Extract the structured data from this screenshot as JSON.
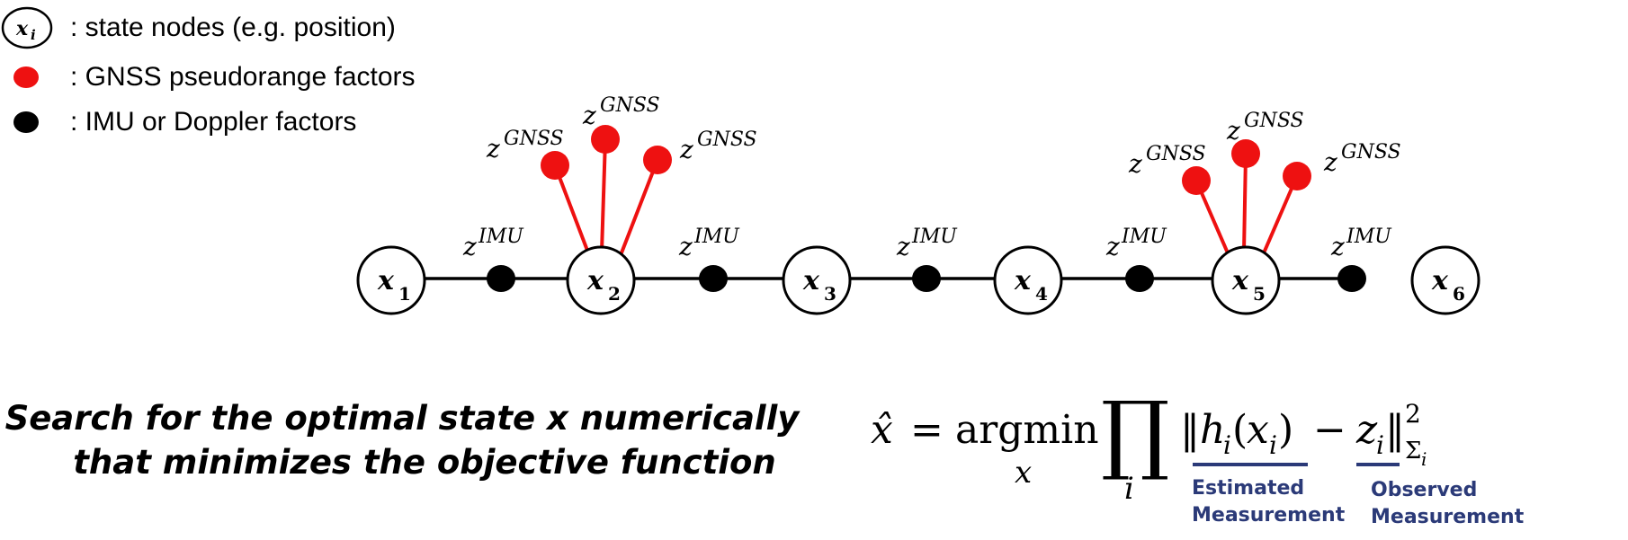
{
  "legend": {
    "state_symbol": "x",
    "state_symbol_sub": "i",
    "state_text": ": state nodes (e.g. position)",
    "gnss_text": ": GNSS pseudorange factors",
    "imu_text": ": IMU or Doppler factors"
  },
  "colors": {
    "gnss_factor": "#ee1111",
    "imu_factor": "#000000",
    "underline": "#2b3a78",
    "measurement_text": "#2b3a78"
  },
  "nodes": [
    {
      "symbol": "x",
      "sub": "1"
    },
    {
      "symbol": "x",
      "sub": "2"
    },
    {
      "symbol": "x",
      "sub": "3"
    },
    {
      "symbol": "x",
      "sub": "4"
    },
    {
      "symbol": "x",
      "sub": "5"
    },
    {
      "symbol": "x",
      "sub": "6"
    }
  ],
  "factor_labels": {
    "z": "z",
    "imu_sup": "IMU",
    "gnss_sup": "GNSS"
  },
  "caption": {
    "line1": "Search for the optimal state x numerically",
    "line2": "that minimizes the objective function"
  },
  "equation": {
    "xhat": "x̂",
    "equals": "=",
    "argmin": "argmin",
    "argmin_sub": "x",
    "prod": "∏",
    "prod_sub": "i",
    "norm_open": "‖",
    "h": "h",
    "h_sub": "i",
    "paren_open": "(",
    "x": "x",
    "x_sub": "i",
    "paren_close": ")",
    "minus": "−",
    "z": "z",
    "z_sub": "i",
    "norm_close": "‖",
    "power": "2",
    "sigma_sub": "Σ",
    "sigma_sub_i": "i"
  },
  "annotations": {
    "estimated_line1": "Estimated",
    "estimated_line2": "Measurement",
    "observed_line1": "Observed",
    "observed_line2": "Measurement"
  }
}
